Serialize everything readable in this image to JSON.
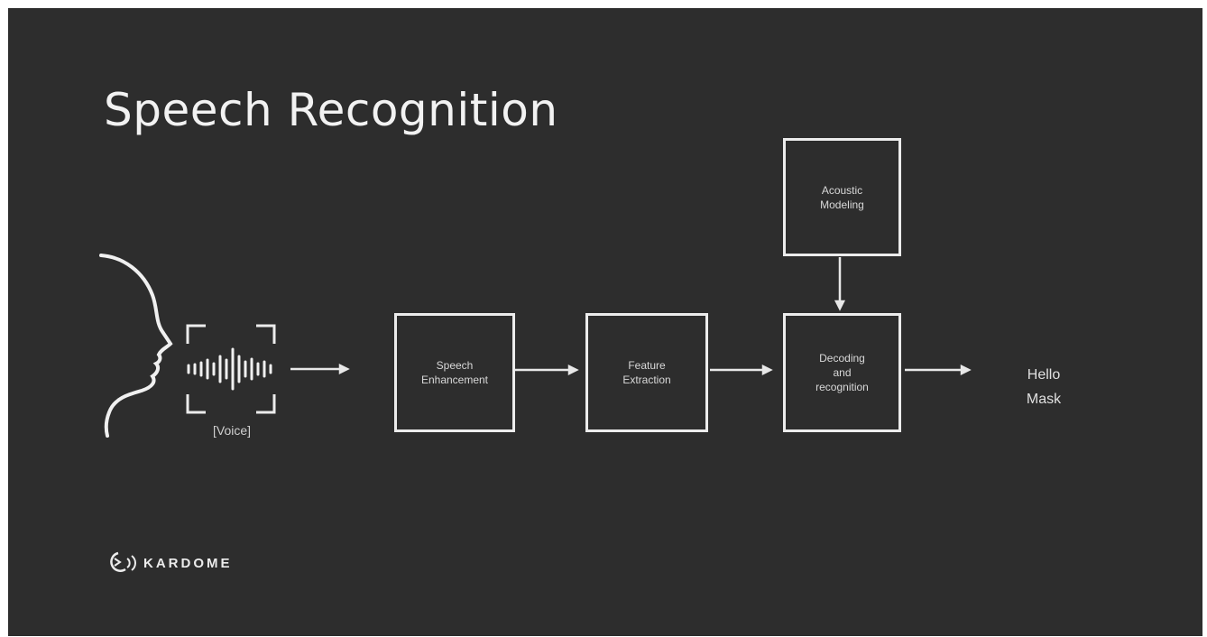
{
  "slide": {
    "title": "Speech Recognition",
    "voice_label": "[Voice]",
    "blocks": {
      "speech_enhancement": [
        "Speech",
        "Enhancement"
      ],
      "feature_extraction": [
        "Feature",
        "Extraction"
      ],
      "acoustic_modeling": [
        "Acoustic",
        "Modeling"
      ],
      "decoding": [
        "Decoding",
        "and",
        "recognition"
      ]
    },
    "output_lines": [
      "Hello",
      "Mask"
    ],
    "logo_text": "KARDOME",
    "colors": {
      "background": "#2d2d2d",
      "stroke": "#ececec",
      "text": "#f2f2f2"
    }
  }
}
